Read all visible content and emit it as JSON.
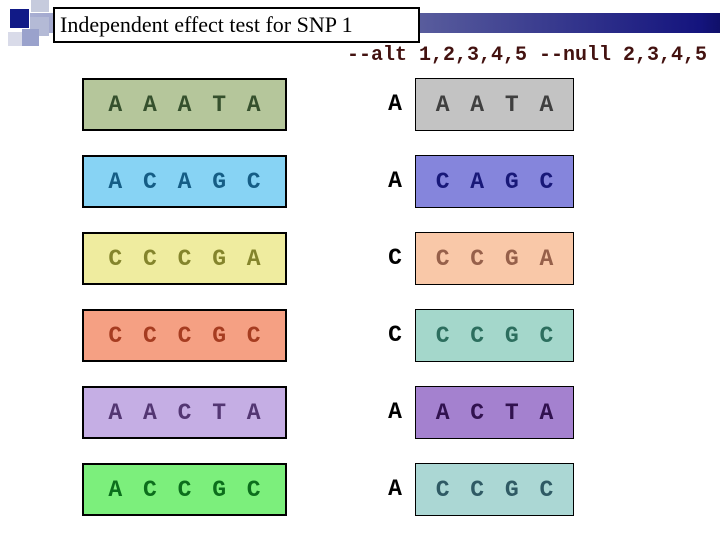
{
  "slide": {
    "title": "Independent effect test for SNP 1",
    "command_line": "--alt 1,2,3,4,5 --null 2,3,4,5"
  },
  "colors": {
    "command_text": "#431210",
    "box_border": "#000000",
    "title_bar_gradient_start": "#a8aed2",
    "title_bar_gradient_end": "#14147e"
  },
  "decoration": {
    "squares": [
      {
        "color": "#c6cbdd"
      },
      {
        "color": "#111a87"
      },
      {
        "color": "#b4bad6"
      },
      {
        "color": "#9aa2cc"
      },
      {
        "color": "#d9dbe9"
      }
    ]
  },
  "full_haplotypes": [
    {
      "sequence": "A A A T A",
      "bg": "#b5c69b",
      "fg": "#35502d"
    },
    {
      "sequence": "A C A G C",
      "bg": "#87d3f4",
      "fg": "#155d85"
    },
    {
      "sequence": "C C C G A",
      "bg": "#efec9f",
      "fg": "#84842c"
    },
    {
      "sequence": "C C C G C",
      "bg": "#f5a083",
      "fg": "#a63c20"
    },
    {
      "sequence": "A A C T A",
      "bg": "#c5aee4",
      "fg": "#533672"
    },
    {
      "sequence": "A C C G C",
      "bg": "#7cef7c",
      "fg": "#0c6e1c"
    }
  ],
  "conditioned_haplotypes": [
    {
      "lead": "A",
      "sequence": "A A T A",
      "bg": "#c3c3c3",
      "fg": "#3f3f3f"
    },
    {
      "lead": "A",
      "sequence": "C A G C",
      "bg": "#8585dc",
      "fg": "#181878"
    },
    {
      "lead": "C",
      "sequence": "C C G A",
      "bg": "#f9c8a8",
      "fg": "#96604a"
    },
    {
      "lead": "C",
      "sequence": "C C G C",
      "bg": "#a4d7cb",
      "fg": "#2c6e5e"
    },
    {
      "lead": "A",
      "sequence": "A C T A",
      "bg": "#a481cf",
      "fg": "#31124f"
    },
    {
      "lead": "A",
      "sequence": "C C G C",
      "bg": "#abd7d4",
      "fg": "#2f5a64"
    }
  ]
}
